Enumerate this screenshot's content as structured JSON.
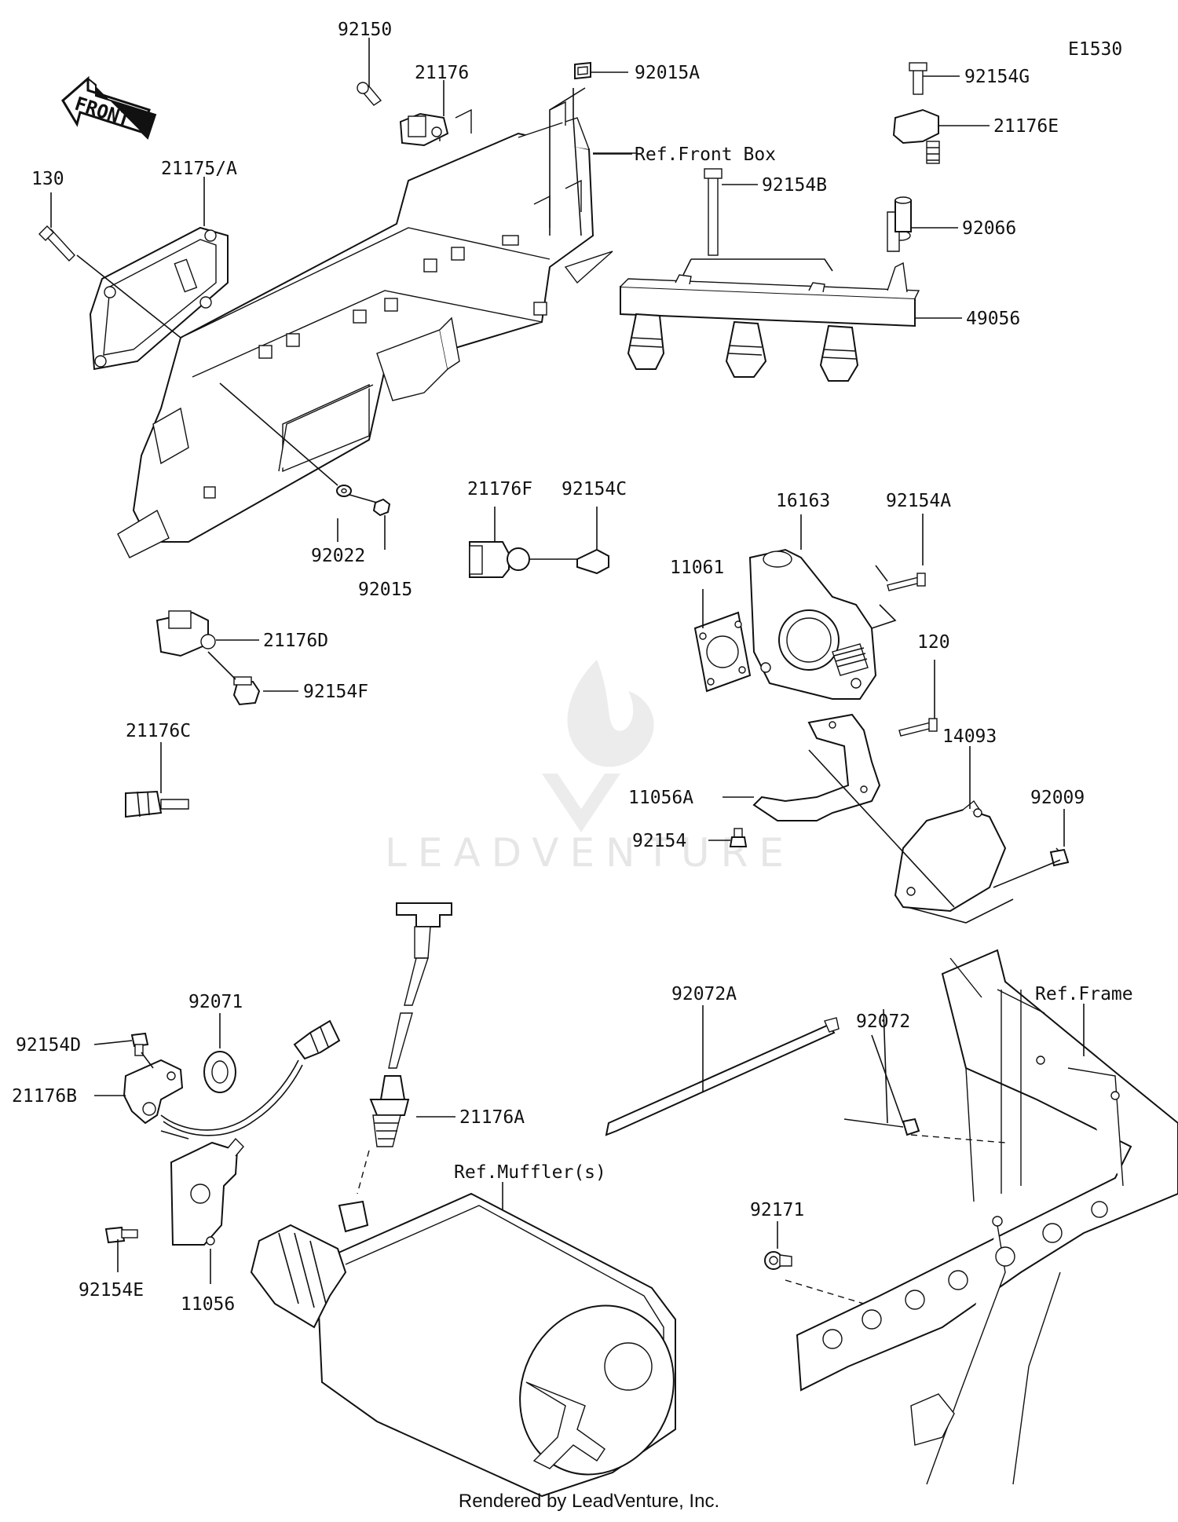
{
  "diagram_id": "E1530",
  "front_marker": "FRONT",
  "watermark": "LEADVENTURE",
  "footer": "Rendered by LeadVenture, Inc.",
  "labels": {
    "92150": "92150",
    "21176": "21176",
    "92015A": "92015A",
    "ref_front_box": "Ref.Front Box",
    "92154G": "92154G",
    "21176E": "21176E",
    "130": "130",
    "21175A": "21175/A",
    "92154B": "92154B",
    "92066": "92066",
    "49056": "49056",
    "92022": "92022",
    "92015": "92015",
    "21176F": "21176F",
    "92154C": "92154C",
    "16163": "16163",
    "92154A": "92154A",
    "11061": "11061",
    "21176D": "21176D",
    "92154F": "92154F",
    "120": "120",
    "21176C": "21176C",
    "14093": "14093",
    "11056A": "11056A",
    "92009": "92009",
    "92154": "92154",
    "92071": "92071",
    "92154D": "92154D",
    "21176B": "21176B",
    "21176A": "21176A",
    "92072A": "92072A",
    "ref_frame": "Ref.Frame",
    "92072": "92072",
    "ref_mufflers": "Ref.Muffler(s)",
    "92171": "92171",
    "92154E": "92154E",
    "11056": "11056"
  }
}
